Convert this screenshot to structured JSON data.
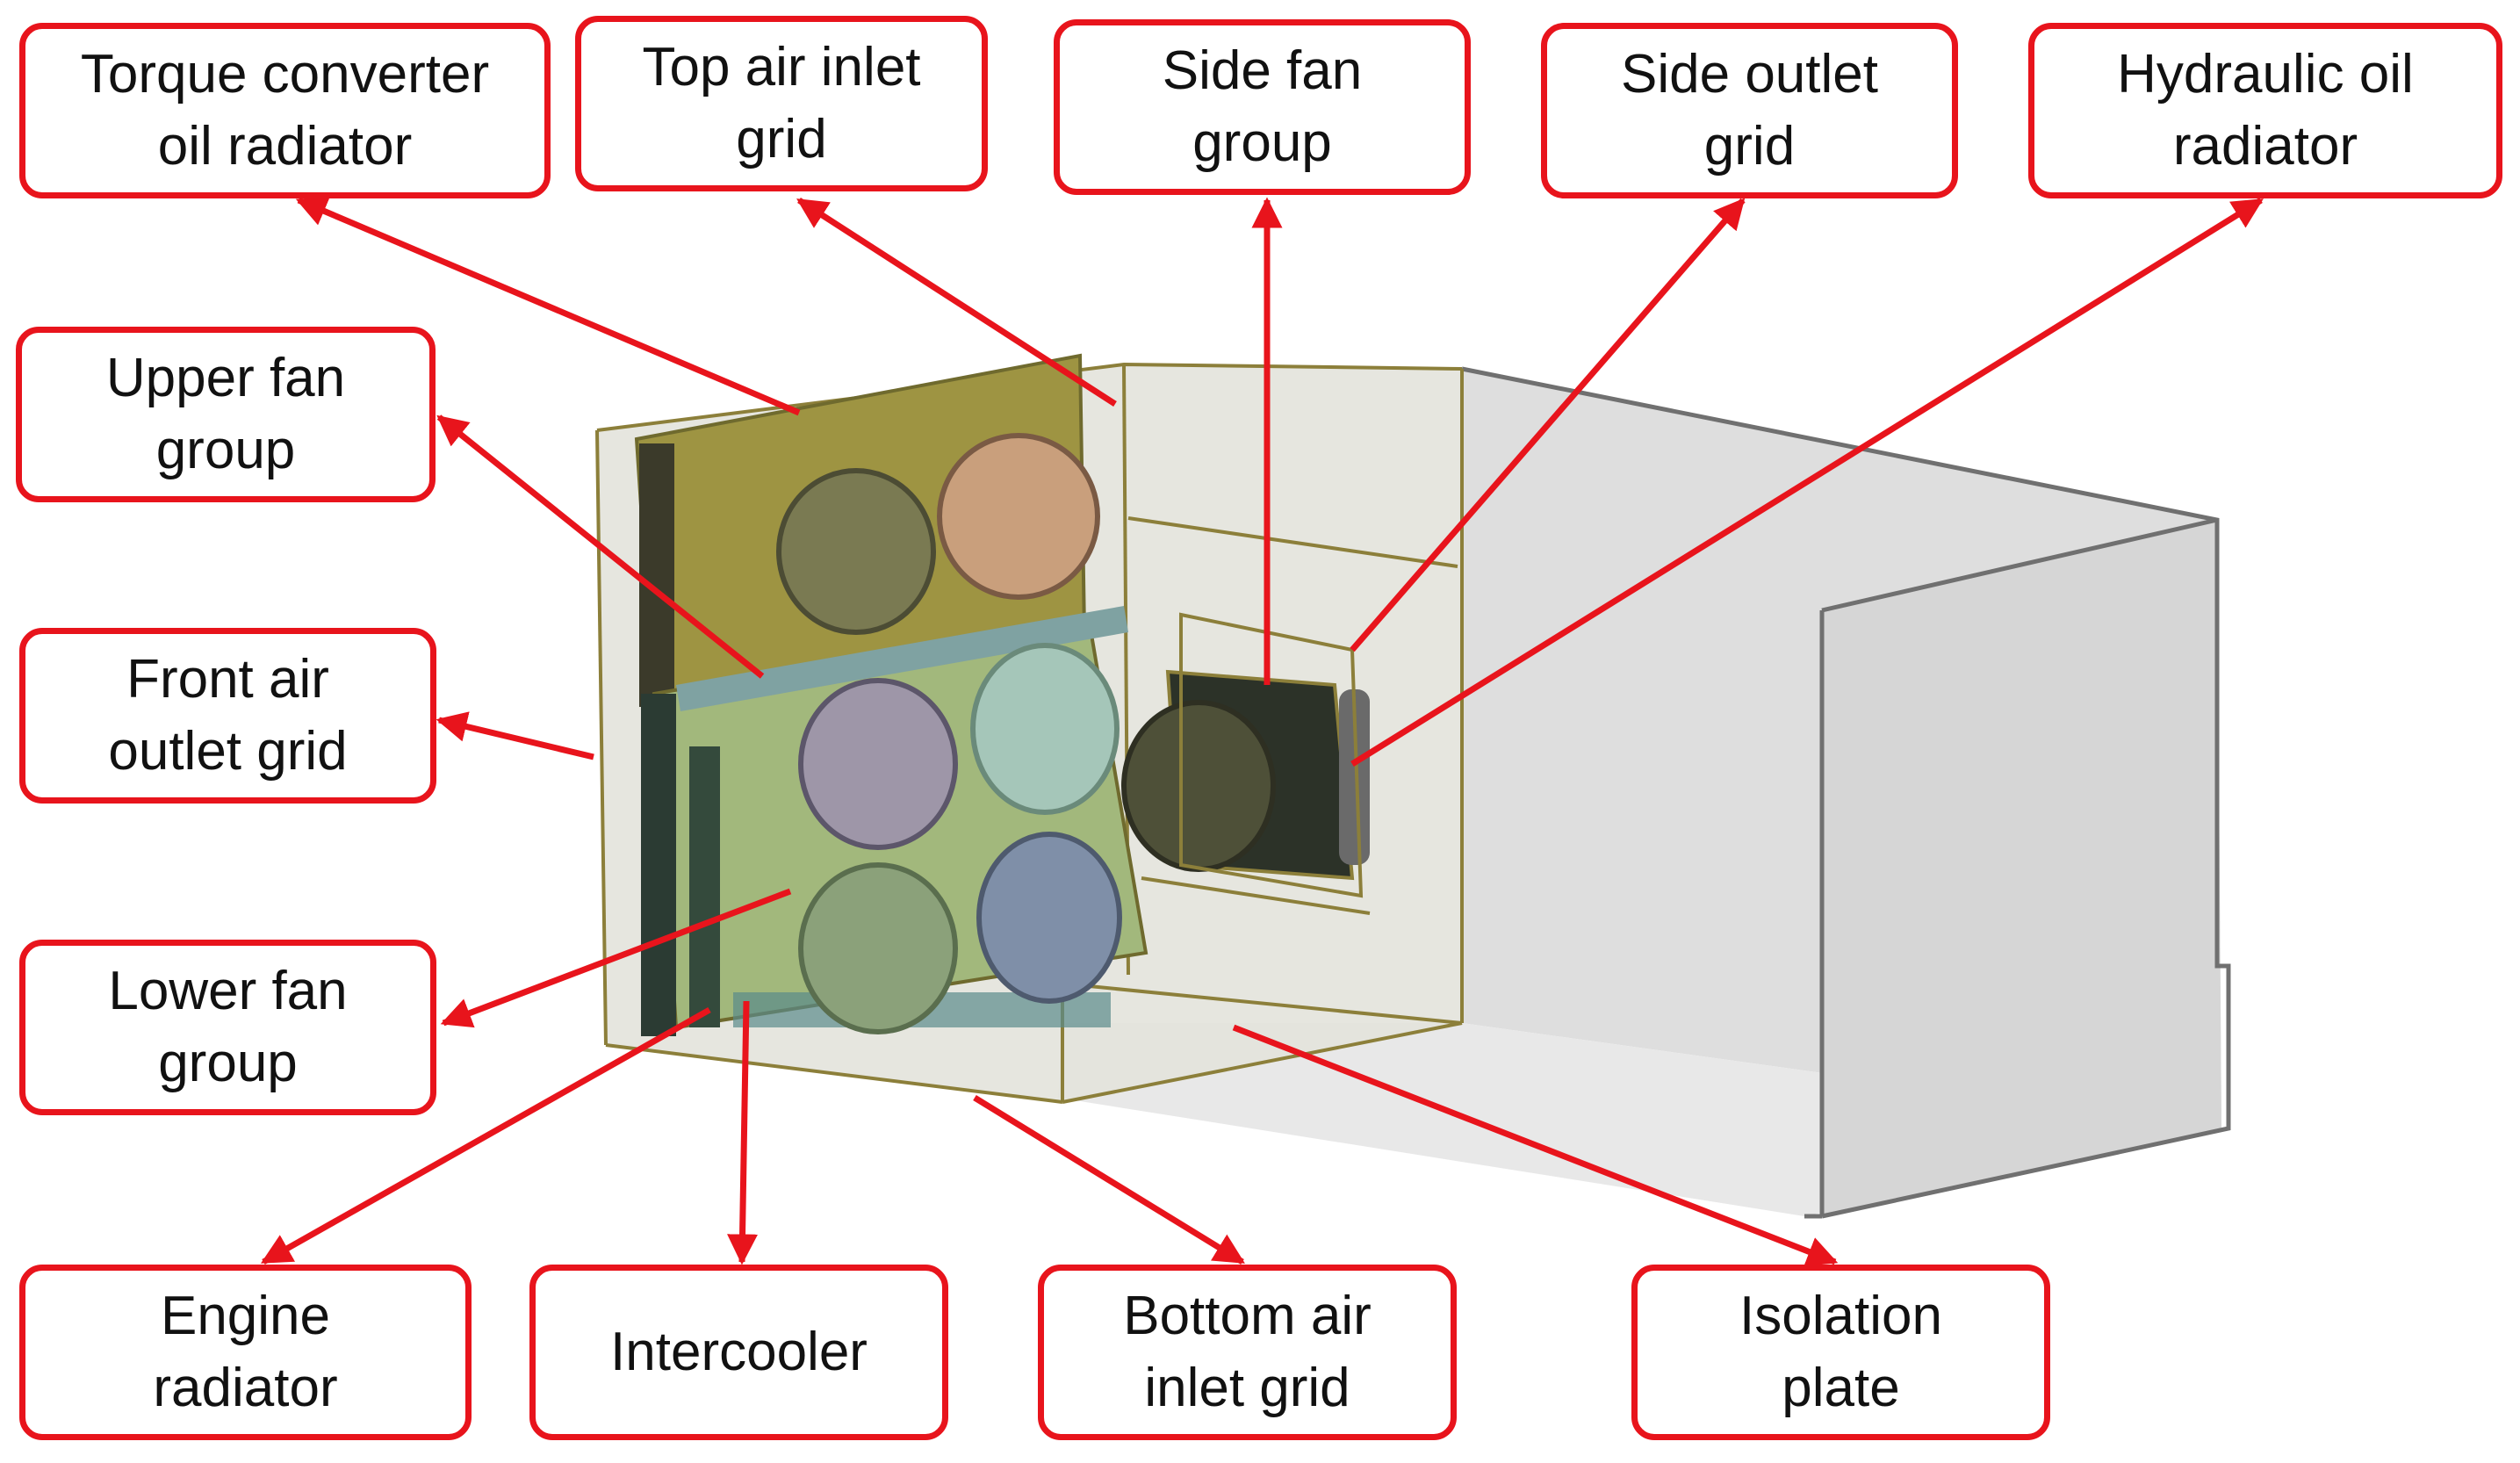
{
  "colors": {
    "callout": "#e8141c",
    "enclosure_fill": "#dcdcdc",
    "enclosure_edge": "#6e6e6e",
    "compartment_edge": "#8c7f3a",
    "upper_radiator": "#9a9040",
    "lower_radiator": "#9ab070"
  },
  "labels": {
    "torque_converter": "Torque converter\noil radiator",
    "top_air_inlet": "Top air inlet\ngrid",
    "side_fan": "Side fan\ngroup",
    "side_outlet": "Side outlet\ngrid",
    "hydraulic_oil": "Hydraulic oil\nradiator",
    "upper_fan": "Upper fan\ngroup",
    "front_air_outlet": "Front air\noutlet grid",
    "lower_fan": "Lower fan\ngroup",
    "engine_radiator": "Engine\nradiator",
    "intercooler": "Intercooler",
    "bottom_air_inlet": "Bottom air\ninlet grid",
    "isolation_plate": "Isolation\nplate"
  }
}
